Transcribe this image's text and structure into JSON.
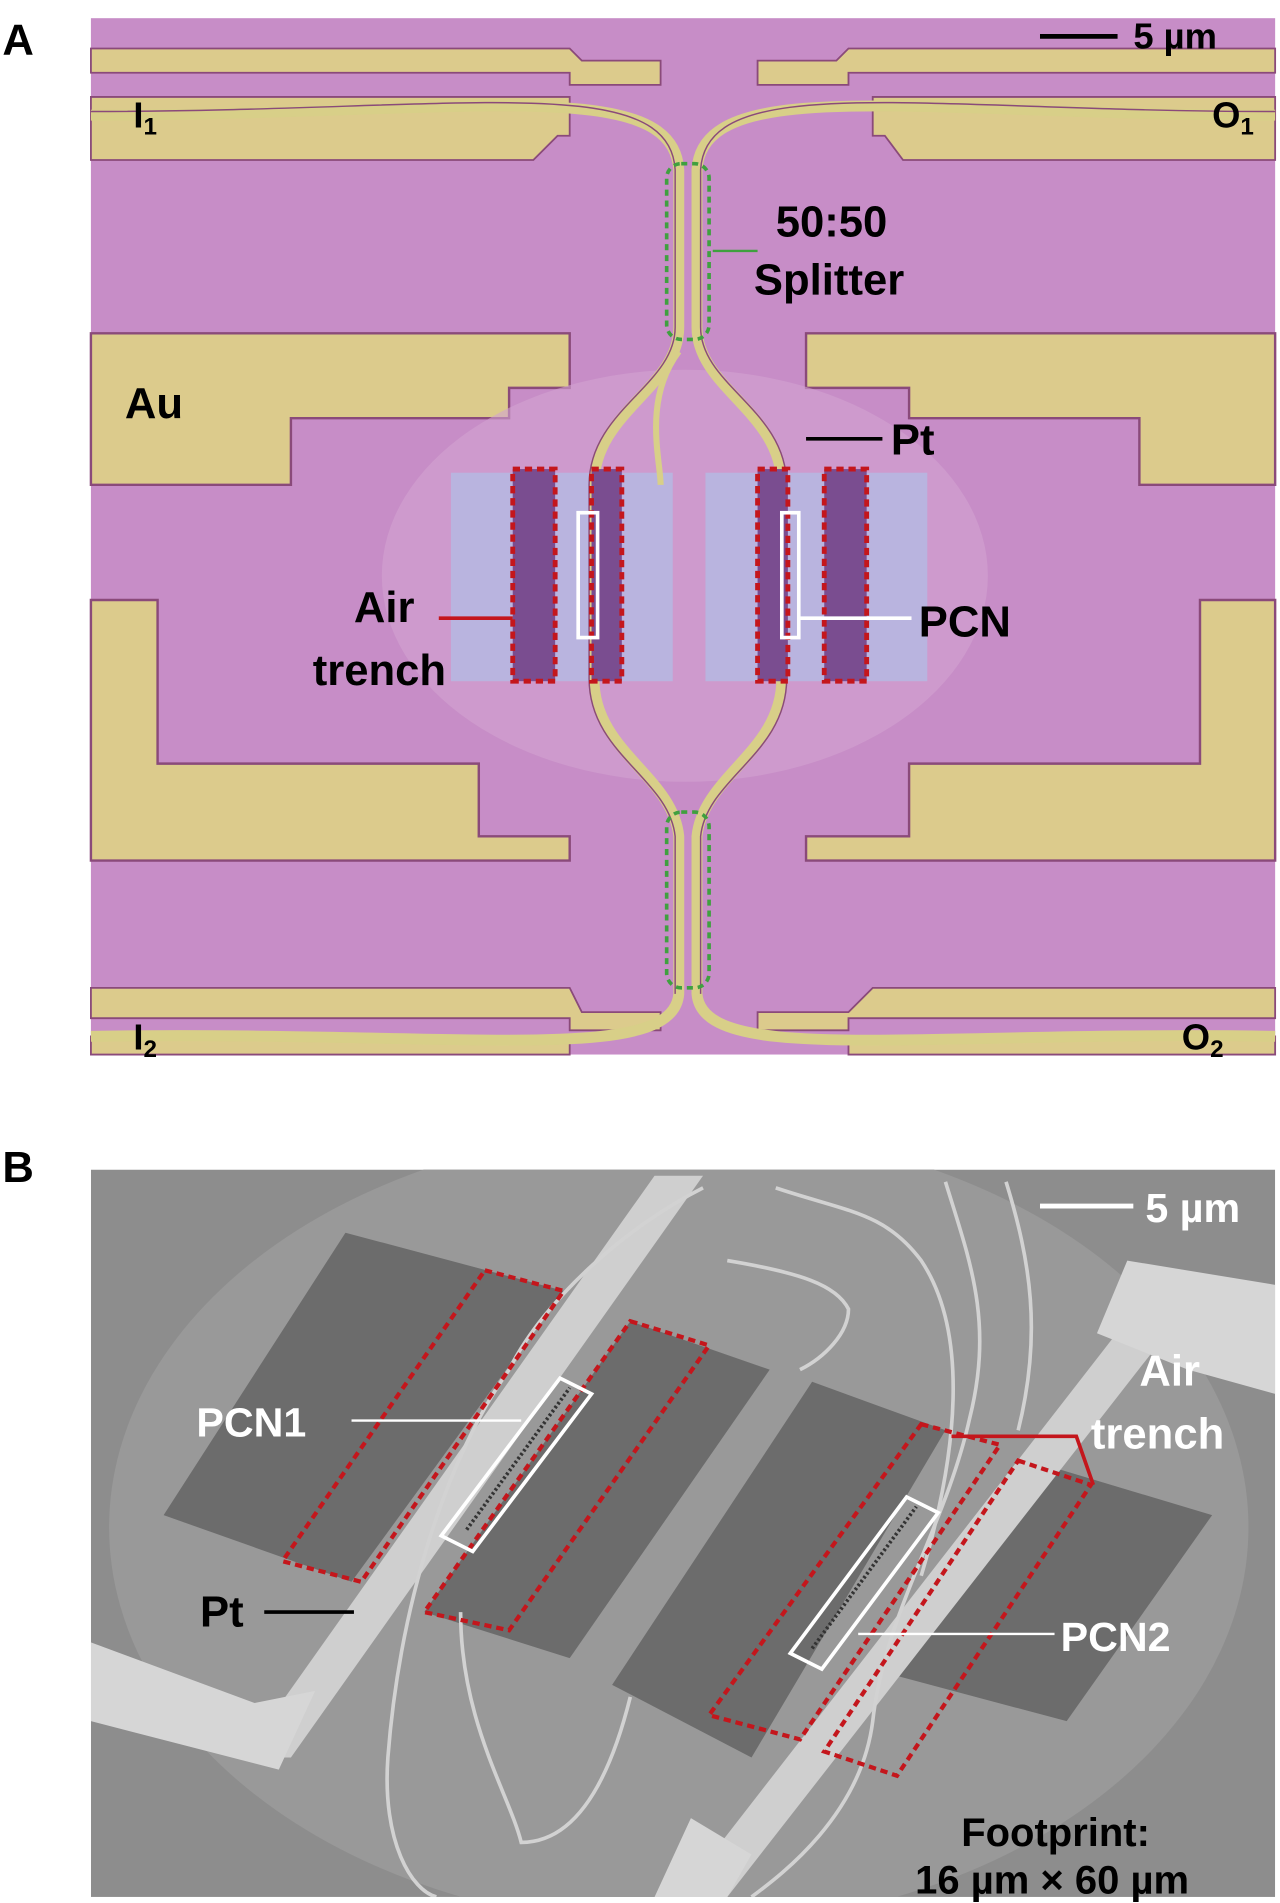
{
  "panel_a": {
    "letter": "A",
    "scale_bar": "5 µm",
    "port_i1": "I",
    "port_i1_sub": "1",
    "port_o1": "O",
    "port_o1_sub": "1",
    "port_i2": "I",
    "port_i2_sub": "2",
    "port_o2": "O",
    "port_o2_sub": "2",
    "splitter_line1": "50:50",
    "splitter_line2": "Splitter",
    "au": "Au",
    "pt": "Pt",
    "air_line1": "Air",
    "air_line2": "trench",
    "pcn": "PCN"
  },
  "panel_b": {
    "letter": "B",
    "scale_bar": "5 µm",
    "pcn1": "PCN1",
    "pcn2": "PCN2",
    "pt": "Pt",
    "air_line1": "Air",
    "air_line2": "trench",
    "footprint_line1": "Footprint:",
    "footprint_line2": "16 µm × 60 µm"
  },
  "colors": {
    "substrate": "#c78dc7",
    "gold": "#dccb8c",
    "trench": "#c4161c",
    "splitter": "#3fa03f",
    "sem": "#8d8d8d"
  }
}
